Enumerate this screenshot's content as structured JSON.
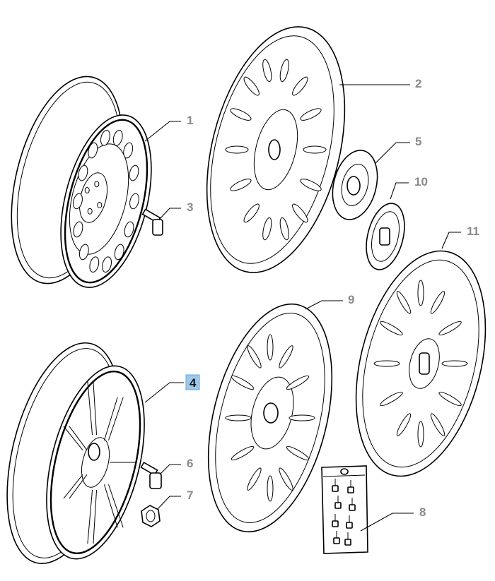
{
  "callouts": [
    {
      "id": "1",
      "label": "1",
      "highlighted": false
    },
    {
      "id": "2",
      "label": "2",
      "highlighted": false
    },
    {
      "id": "3",
      "label": "3",
      "highlighted": false
    },
    {
      "id": "4",
      "label": "4",
      "highlighted": true
    },
    {
      "id": "5",
      "label": "5",
      "highlighted": false
    },
    {
      "id": "6",
      "label": "6",
      "highlighted": false
    },
    {
      "id": "7",
      "label": "7",
      "highlighted": false
    },
    {
      "id": "8",
      "label": "8",
      "highlighted": false
    },
    {
      "id": "9",
      "label": "9",
      "highlighted": false
    },
    {
      "id": "10",
      "label": "10",
      "highlighted": false
    },
    {
      "id": "11",
      "label": "11",
      "highlighted": false
    }
  ],
  "colors": {
    "highlight_fill": "#9fc8ea",
    "callout_text": "#8a8a8a",
    "line": "#000000"
  }
}
